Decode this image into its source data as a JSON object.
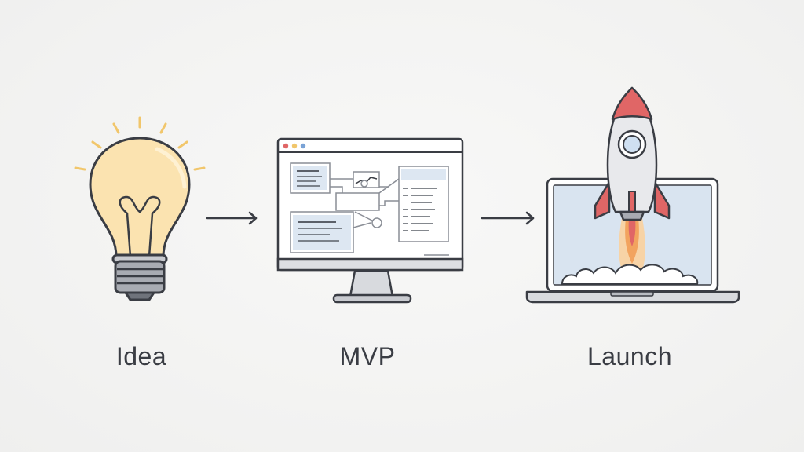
{
  "steps": [
    {
      "label": "Idea",
      "icon": "lightbulb-icon"
    },
    {
      "label": "MVP",
      "icon": "desktop-wireframe-icon"
    },
    {
      "label": "Launch",
      "icon": "rocket-laptop-icon"
    }
  ],
  "connectors": [
    "arrow-right-icon",
    "arrow-right-icon"
  ],
  "colors": {
    "background": "#f4f4f3",
    "stroke": "#3a3d44",
    "bulb_fill": "#fbe3b0",
    "ray": "#f1c66b",
    "screen_accent": "#dde7f2",
    "rocket_red": "#e06666",
    "rocket_body": "#e8e9ec",
    "flame": "#f2a35e",
    "laptop_screen": "#d9e4f0"
  }
}
